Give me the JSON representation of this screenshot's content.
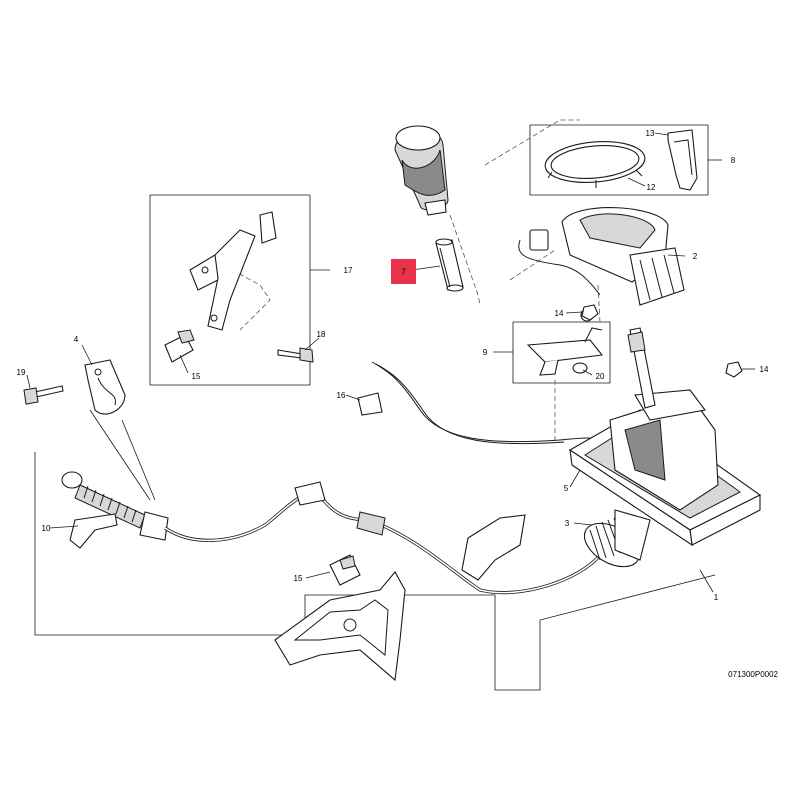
{
  "drawing_code": "071300P0002",
  "highlight_color": "#e8334a",
  "callouts": {
    "n1": "1",
    "n2": "2",
    "n3": "3",
    "n4": "4",
    "n5": "5",
    "n7": "7",
    "n8": "8",
    "n9": "9",
    "n10": "10",
    "n12": "12",
    "n13": "13",
    "n14a": "14",
    "n14b": "14",
    "n15a": "15",
    "n15b": "15",
    "n16": "16",
    "n17": "17",
    "n18": "18",
    "n19": "19",
    "n20": "20"
  }
}
